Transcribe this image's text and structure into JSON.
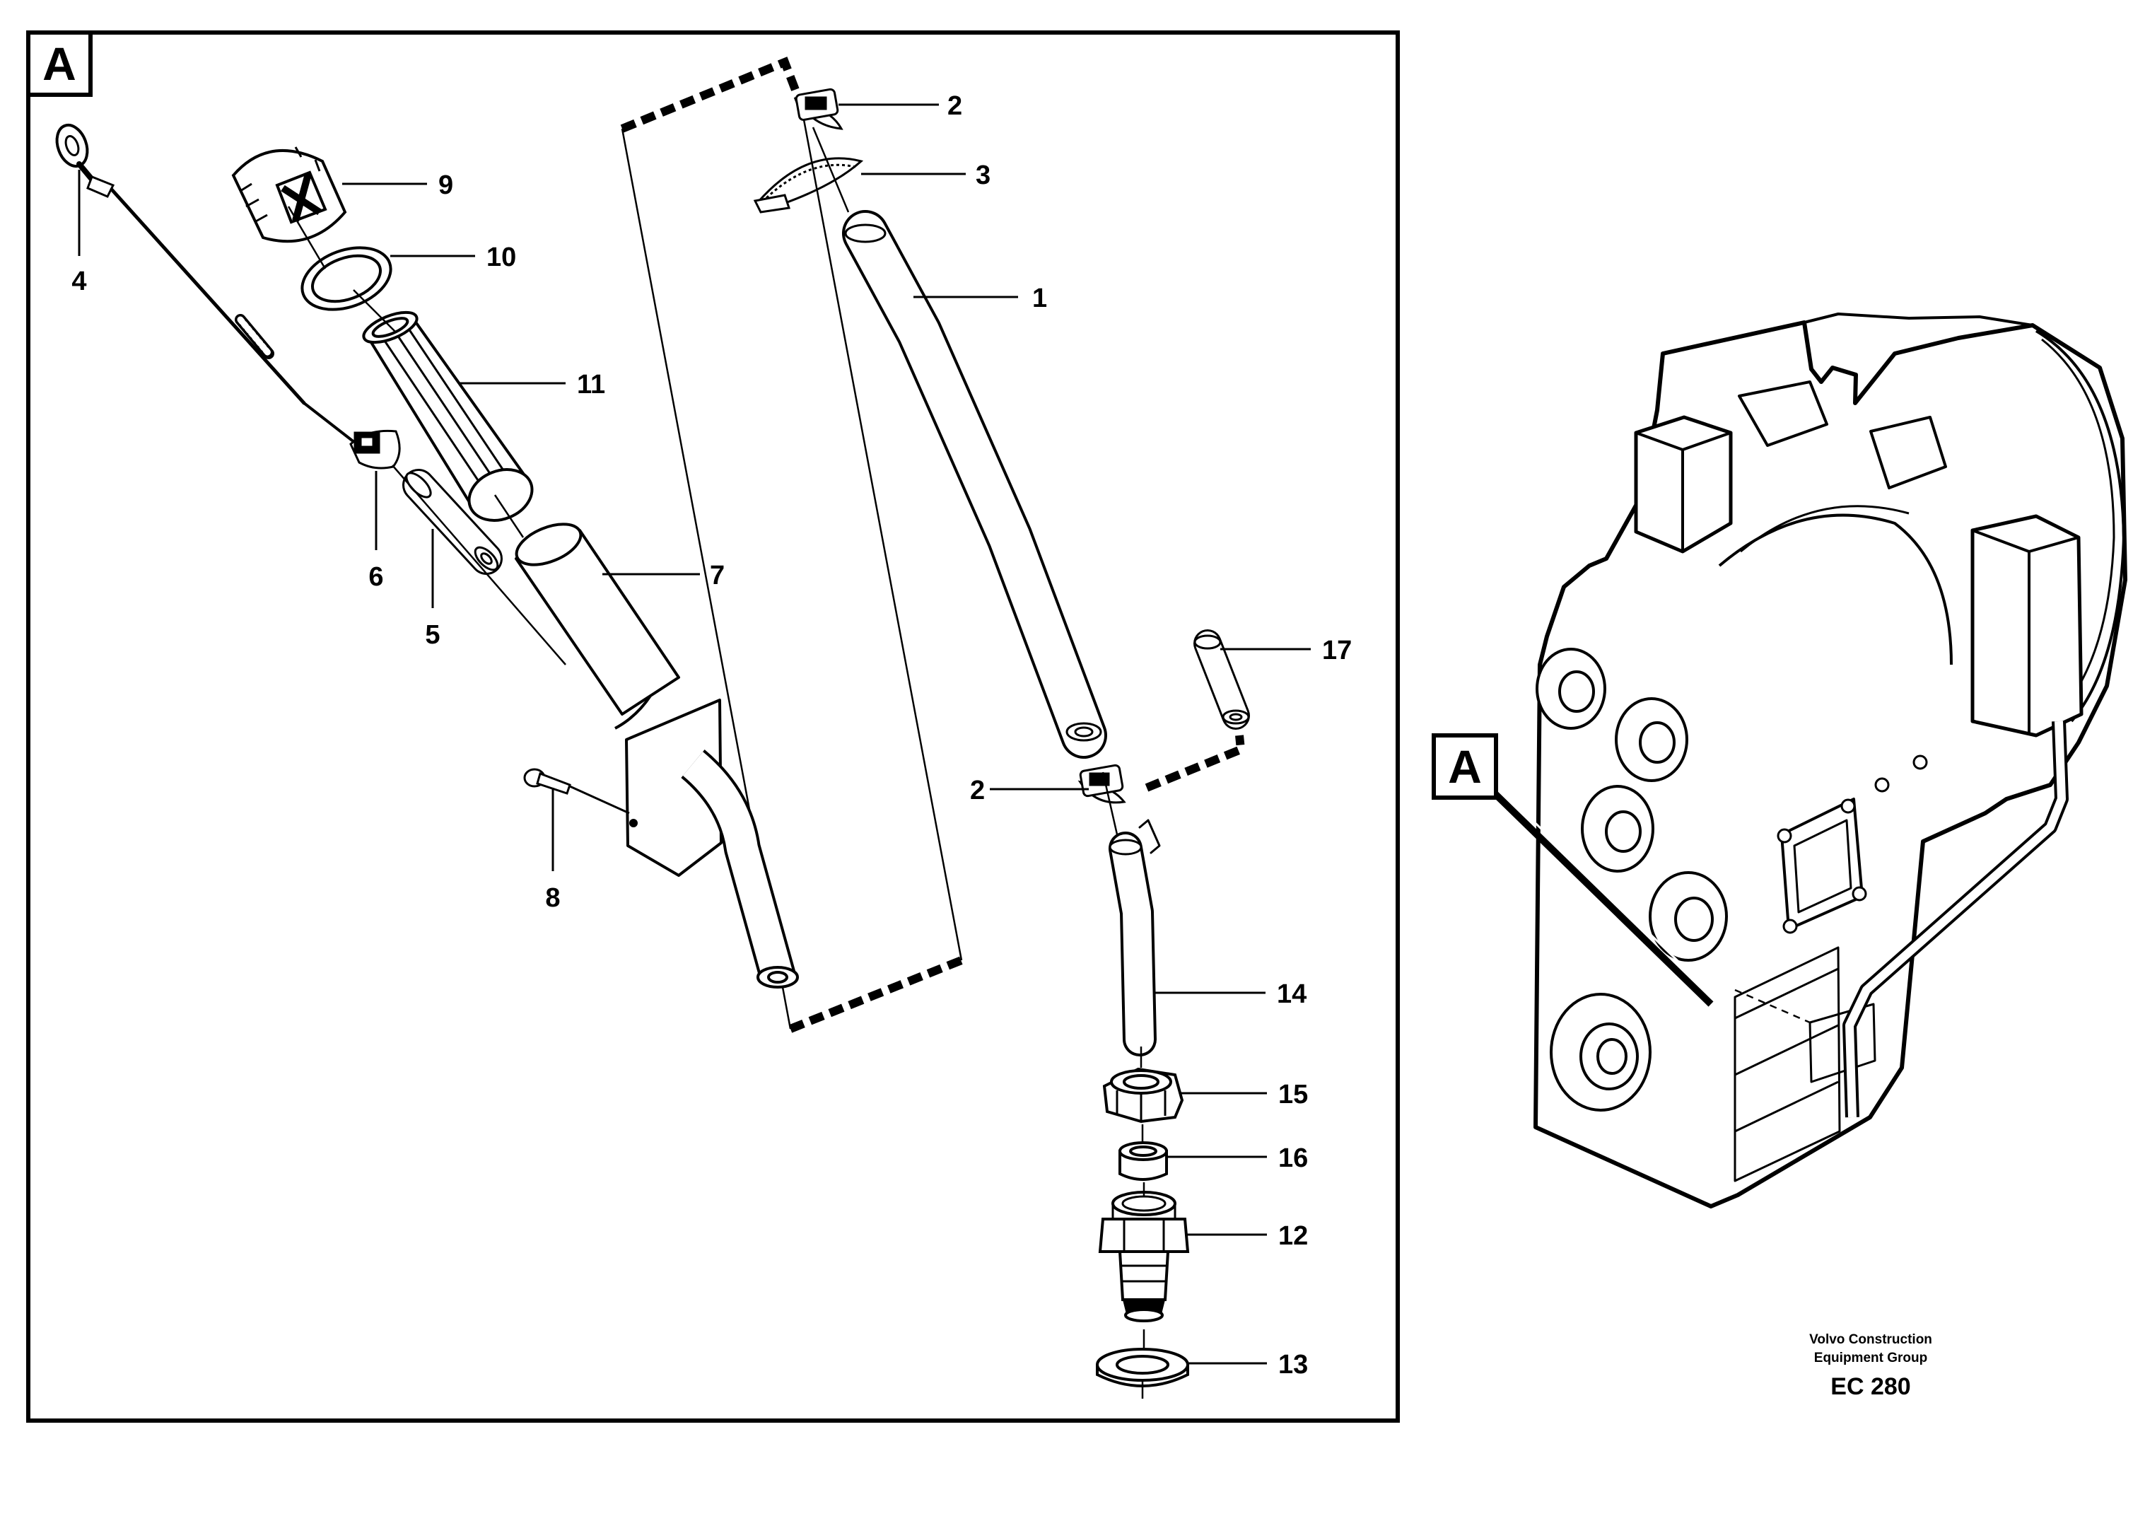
{
  "view_label": "A",
  "callouts": [
    {
      "id": "1",
      "label": "1"
    },
    {
      "id": "2a",
      "label": "2"
    },
    {
      "id": "2b",
      "label": "2"
    },
    {
      "id": "3",
      "label": "3"
    },
    {
      "id": "4",
      "label": "4"
    },
    {
      "id": "5",
      "label": "5"
    },
    {
      "id": "6",
      "label": "6"
    },
    {
      "id": "7",
      "label": "7"
    },
    {
      "id": "8",
      "label": "8"
    },
    {
      "id": "9",
      "label": "9"
    },
    {
      "id": "10",
      "label": "10"
    },
    {
      "id": "11",
      "label": "11"
    },
    {
      "id": "12",
      "label": "12"
    },
    {
      "id": "13",
      "label": "13"
    },
    {
      "id": "14",
      "label": "14"
    },
    {
      "id": "15",
      "label": "15"
    },
    {
      "id": "16",
      "label": "16"
    },
    {
      "id": "17",
      "label": "17"
    }
  ],
  "publisher": {
    "line1": "Volvo Construction",
    "line2": "Equipment Group",
    "code": "EC 280"
  }
}
